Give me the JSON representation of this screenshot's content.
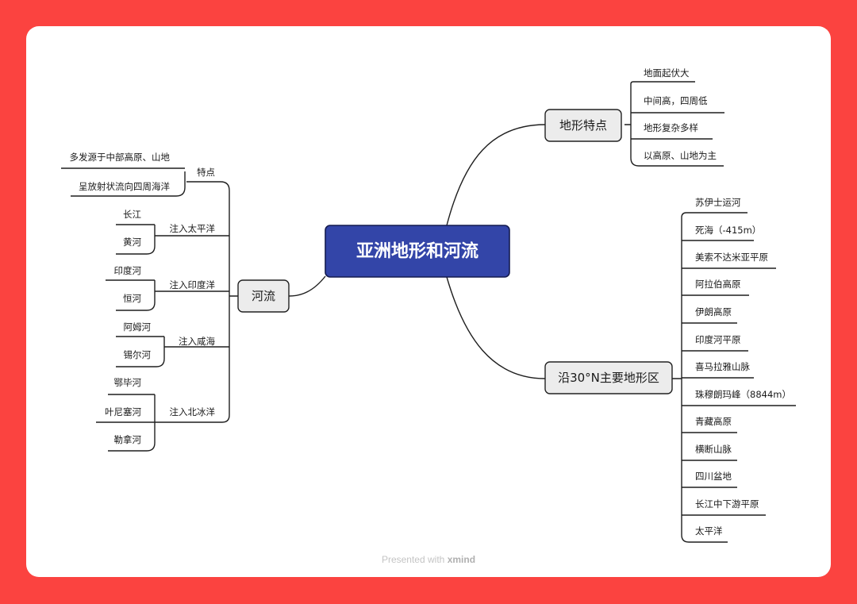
{
  "root": {
    "label": "亚洲地形和河流"
  },
  "terrain": {
    "label": "地形特点",
    "items": [
      "地面起伏大",
      "中间高，四周低",
      "地形复杂多样",
      "以高原、山地为主"
    ]
  },
  "along30": {
    "label": "沿30°N主要地形区",
    "items": [
      "苏伊士运河",
      "死海（-415m）",
      "美索不达米亚平原",
      "阿拉伯高原",
      "伊朗高原",
      "印度河平原",
      "喜马拉雅山脉",
      "珠穆朗玛峰（8844m）",
      "青藏高原",
      "横断山脉",
      "四川盆地",
      "长江中下游平原",
      "太平洋"
    ]
  },
  "rivers": {
    "label": "河流",
    "groups": [
      {
        "label": "特点",
        "items": [
          "多发源于中部高原、山地",
          "呈放射状流向四周海洋"
        ]
      },
      {
        "label": "注入太平洋",
        "items": [
          "长江",
          "黄河"
        ]
      },
      {
        "label": "注入印度洋",
        "items": [
          "印度河",
          "恒河"
        ]
      },
      {
        "label": "注入咸海",
        "items": [
          "阿姆河",
          "锡尔河"
        ]
      },
      {
        "label": "注入北冰洋",
        "items": [
          "鄂毕河",
          "叶尼塞河",
          "勒拿河"
        ]
      }
    ]
  },
  "footer": {
    "prefix": "Presented with",
    "brand": "xmind"
  },
  "colors": {
    "background": "#fb4340",
    "root": "#3345a8",
    "topic": "#ececec"
  }
}
